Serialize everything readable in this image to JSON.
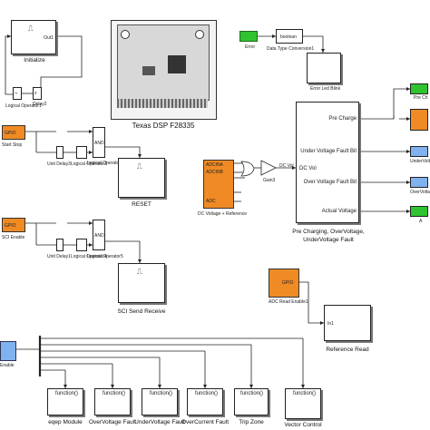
{
  "diagram": {
    "init": {
      "title": "Initialize",
      "out": "Out1",
      "logical_op": "Logical Operator1",
      "delay": "Delay2"
    },
    "texas": {
      "caption": "Texas DSP F28335"
    },
    "error_led": {
      "error": "Error",
      "boolean": "boolean",
      "dtc": "Data Type Conversion1",
      "blink": "Error Led Blink"
    },
    "reset": {
      "gpio_label": "GPIO",
      "gpio_name": "Start Stop",
      "delay": "Unit Delay3",
      "logical_op": "Logical Operator2",
      "logical_op_b": "Logical Operator3",
      "and": "AND",
      "title": "RESET"
    },
    "dc_vol": {
      "block_line1": "ADCINA",
      "block_line2": "ADCINB",
      "adc_label": "ADC",
      "name": "DC Voltage + Reference",
      "gain": "Gain3",
      "signal": "DC Vol"
    },
    "pre_charging": {
      "inport": "DC Vol",
      "outputs": [
        "Pre Charge",
        "Under Voltage Fault Bit",
        "Over Voltage Fault Bit",
        "Actual Voltage"
      ],
      "title_line1": "Pre Charging, OverVoltage,",
      "title_line2": "UnderVoltage Fault"
    },
    "right_outputs": [
      {
        "name": "Pre Ch",
        "color": "#2fc42f"
      },
      {
        "name": "",
        "color": "#f08a24"
      },
      {
        "name": "UnderVolt",
        "color": "#7fb2ee"
      },
      {
        "name": "OverVolta",
        "color": "#7fb2ee"
      },
      {
        "name": "A",
        "color": "#2fc42f"
      }
    ],
    "sci": {
      "gpio_label": "GPIO",
      "gpio_name": "SCI Enable",
      "delay": "Unit Delay1",
      "logical_op": "Logical Operator4",
      "logical_op_b": "Logical Operator5",
      "and": "AND",
      "title": "SCI Send Receive"
    },
    "adc_read": {
      "block_label": "GPIO",
      "name": "ADC Read Enable1"
    },
    "reference_read": {
      "inport": "In1",
      "title": "Reference Read"
    },
    "enc": {
      "label": "Enable"
    },
    "functions": [
      {
        "label": "function()",
        "title": "eqep Module"
      },
      {
        "label": "function()",
        "title": "OverVoltage Fault"
      },
      {
        "label": "function()",
        "title": "UnderVoltage Fault"
      },
      {
        "label": "function()",
        "title": "OverCurrent Fault"
      },
      {
        "label": "function()",
        "title": "Trip Zone"
      },
      {
        "label": "function()",
        "title": "Vector Control"
      }
    ]
  }
}
